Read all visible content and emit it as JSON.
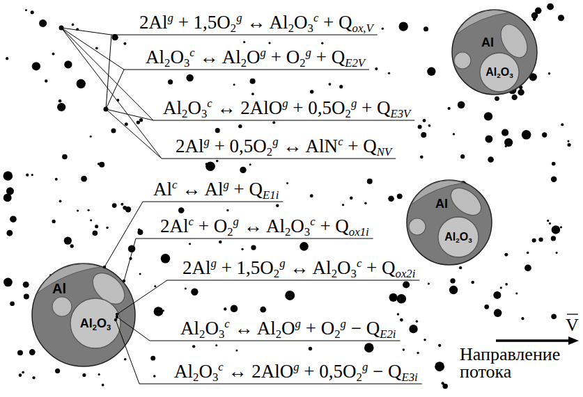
{
  "diagram": {
    "nodes": [
      {
        "text": [
          "Al"
        ]
      },
      {
        "text": [
          "Al2O3"
        ],
        "in": 0
      },
      {
        "text": [
          "Al"
        ]
      },
      {
        "text": [
          "Al2O3"
        ],
        "in": 2
      },
      {
        "text": [
          "Al"
        ]
      },
      {
        "text": [
          "Al2O3"
        ],
        "in": 4
      }
    ],
    "labels": [
      "2Alg + 1,5O2g ↔ Al2O3c + Qox,V",
      "Al2O3c ↔ Al2Og + O2g + QE2V",
      "Al2O3c ↔ 2AlOg + 0,5O2g + QE3V",
      "2Alg + 0,5O2g ↔ AlNc + QNV",
      "Alc ↔ Alg + QE1i",
      "2Alc + O2g ↔ Al2O3c + Qox1i",
      "2Alg + 1,5O2g ↔ Al2O3c + Qox2i",
      "Al2O3c ↔ Al2Og + O2g − QE2i",
      "Al2O3c ↔ 2AlOg + 0,5O2g − QE3i",
      "V",
      "Направление потока"
    ]
  }
}
